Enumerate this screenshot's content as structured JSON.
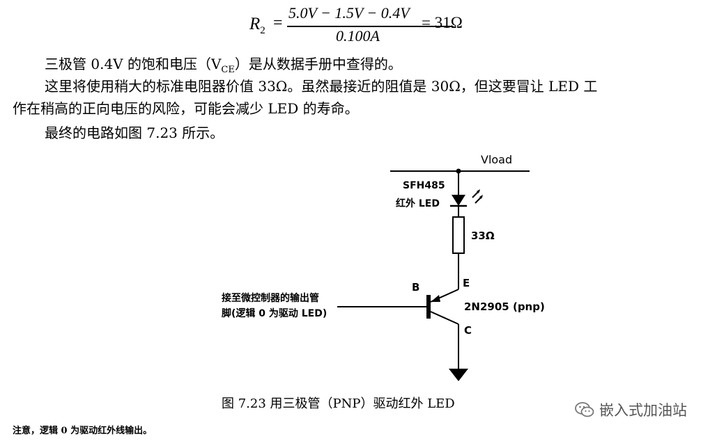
{
  "equation": {
    "lhs": "R",
    "lhs_sub": "2",
    "eq_sign": "=",
    "numerator": "5.0V − 1.5V − 0.4V",
    "denominator": "0.100A",
    "result": "= 31Ω"
  },
  "paragraphs": {
    "p1_pre": "三极管 0.4V 的饱和电压（V",
    "p1_sub": "CE",
    "p1_post": "）是从数据手册中查得的。",
    "p2_line1": "这里将使用稍大的标准电阻器价值 33Ω。虽然最接近的阻值是 30Ω，但这要冒让 LED 工",
    "p2_line2": "作在稍高的正向电压的风险，可能会减少 LED 的寿命。",
    "p3": "最终的电路如图 7.23 所示。"
  },
  "circuit": {
    "vload": "Vload",
    "led_part": "SFH485",
    "led_desc": "红外 LED",
    "resistor_value": "33Ω",
    "base_label": "B",
    "emitter_label": "E",
    "collector_label": "C",
    "transistor_part": "2N2905 (pnp)",
    "input_line1": "接至微控制器的输出管",
    "input_line2": "脚(逻辑 0 为驱动 LED)"
  },
  "caption": "图 7.23   用三极管（PNP）驱动红外 LED",
  "note": "注意，逻辑 0 为驱动红外线输出。",
  "watermark": {
    "icon": "wechat-icon",
    "text": "嵌入式加油站",
    "color": "#555555"
  }
}
